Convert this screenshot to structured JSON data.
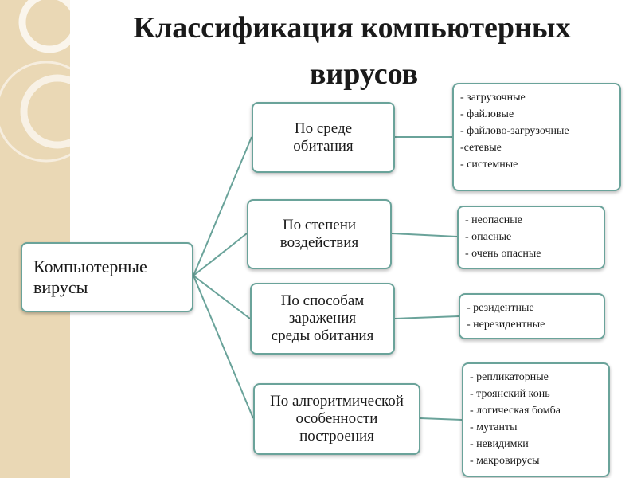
{
  "title": {
    "line1": "Классификация компьютерных",
    "line2": "вирусов"
  },
  "root": {
    "line1": "Компьютерные",
    "line2": "вирусы"
  },
  "categories": [
    {
      "lines": [
        "По среде",
        "обитания"
      ],
      "items": [
        "- загрузочные",
        "- файловые",
        "- файлово-загрузочные",
        "-сетевые",
        "- системные"
      ]
    },
    {
      "lines": [
        "По степени",
        "воздействия"
      ],
      "items": [
        "- неопасные",
        "- опасные",
        "- очень опасные"
      ]
    },
    {
      "lines": [
        "По способам",
        "заражения",
        "среды обитания"
      ],
      "items": [
        "- резидентные",
        "- нерезидентные"
      ]
    },
    {
      "lines": [
        "По алгоритмической",
        "особенности",
        "построения"
      ],
      "items": [
        "- репликаторные",
        "- троянский конь",
        "- логическая бомба",
        "- мутанты",
        "- невидимки",
        "- макровирусы"
      ]
    }
  ],
  "colors": {
    "box_border": "#6aa39a",
    "connector": "#6aa39a",
    "side_stripe": "#ead8b5"
  }
}
